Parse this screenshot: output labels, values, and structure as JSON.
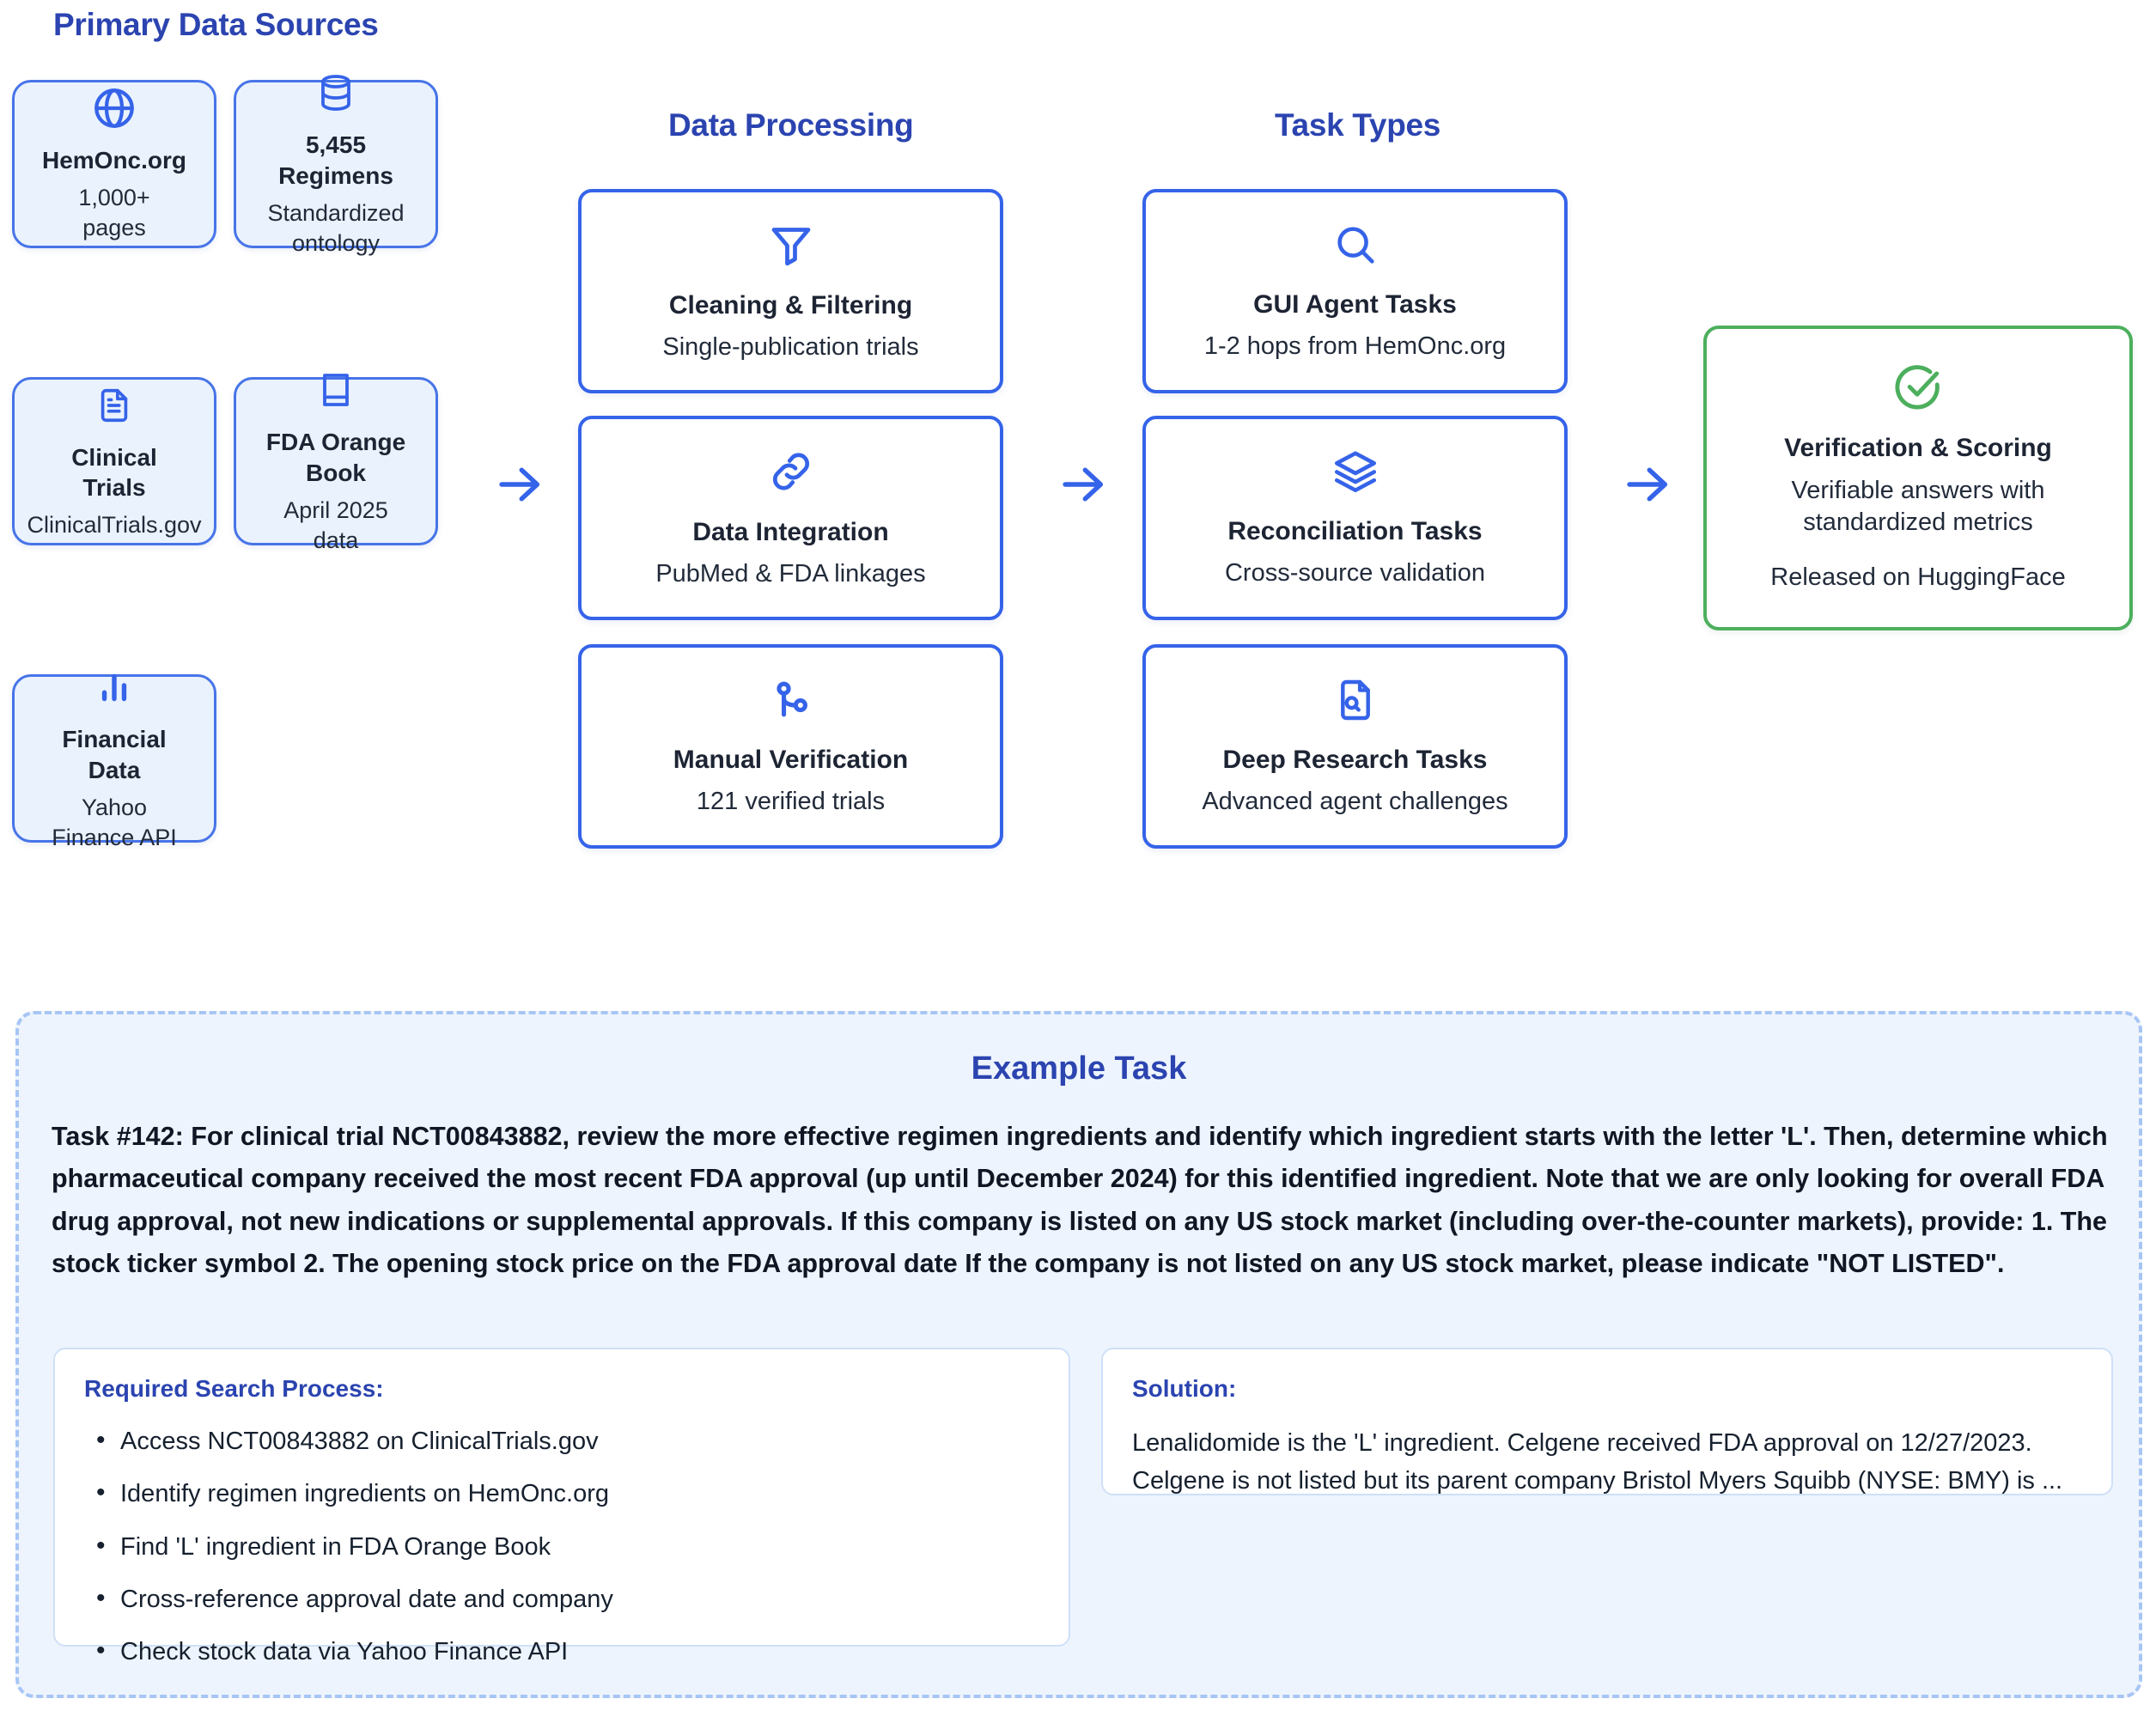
{
  "columns": {
    "sources_heading": "Primary Data Sources",
    "processing_heading": "Data Processing",
    "tasks_heading": "Task Types"
  },
  "sources": [
    {
      "icon": "globe-icon",
      "title": "HemOnc.org",
      "subtitle": "1,000+\npages"
    },
    {
      "icon": "database-icon",
      "title": "5,455\nRegimens",
      "subtitle": "Standardized\nontology"
    },
    {
      "icon": "document-text-icon",
      "title": "Clinical\nTrials",
      "subtitle": "ClinicalTrials.gov"
    },
    {
      "icon": "book-icon",
      "title": "FDA Orange\nBook",
      "subtitle": "April 2025\ndata"
    },
    {
      "icon": "bar-chart-icon",
      "title": "Financial\nData",
      "subtitle": "Yahoo\nFinance API"
    }
  ],
  "processing": [
    {
      "icon": "funnel-icon",
      "title": "Cleaning & Filtering",
      "subtitle": "Single-publication trials"
    },
    {
      "icon": "link-icon",
      "title": "Data Integration",
      "subtitle": "PubMed & FDA linkages"
    },
    {
      "icon": "branch-icon",
      "title": "Manual Verification",
      "subtitle": "121 verified trials"
    }
  ],
  "tasks": [
    {
      "icon": "search-icon",
      "title": "GUI Agent Tasks",
      "subtitle": "1-2 hops from HemOnc.org"
    },
    {
      "icon": "layers-icon",
      "title": "Reconciliation Tasks",
      "subtitle": "Cross-source validation"
    },
    {
      "icon": "document-search-icon",
      "title": "Deep Research Tasks",
      "subtitle": "Advanced agent challenges"
    }
  ],
  "verification": {
    "icon": "check-circle-icon",
    "title": "Verification & Scoring",
    "line1": "Verifiable answers with",
    "line2": "standardized metrics",
    "line3": "Released on HuggingFace"
  },
  "example": {
    "title": "Example Task",
    "task_text": "Task #142: For clinical trial NCT00843882, review the more effective regimen ingredients and identify which ingredient starts with the letter 'L'. Then, determine which pharmaceutical company received the most recent FDA approval (up until December 2024) for this identified ingredient. Note that we are only looking for overall FDA drug approval, not new indications or supplemental approvals. If this company is listed on any US stock market (including over-the-counter markets), provide: 1. The stock ticker symbol 2. The opening stock price on the FDA approval date If the company is not listed on any US stock market, please indicate \"NOT LISTED\".",
    "search_heading": "Required Search Process:",
    "search_steps": [
      "Access NCT00843882 on ClinicalTrials.gov",
      "Identify regimen ingredients on HemOnc.org",
      "Find 'L' ingredient in FDA Orange Book",
      "Cross-reference approval date and company",
      "Check stock data via Yahoo Finance API"
    ],
    "solution_heading": "Solution:",
    "solution_text": "Lenalidomide is the 'L' ingredient. Celgene received FDA approval on 12/27/2023. Celgene is not listed but its parent company Bristol Myers Squibb (NYSE: BMY) is ..."
  },
  "colors": {
    "accent_blue": "#2b44b0",
    "card_blue": "#3563e9",
    "source_fill": "#eaf2fd",
    "green": "#4caf5d",
    "panel_fill": "#edf4fd",
    "panel_border": "#a7c5f5"
  }
}
